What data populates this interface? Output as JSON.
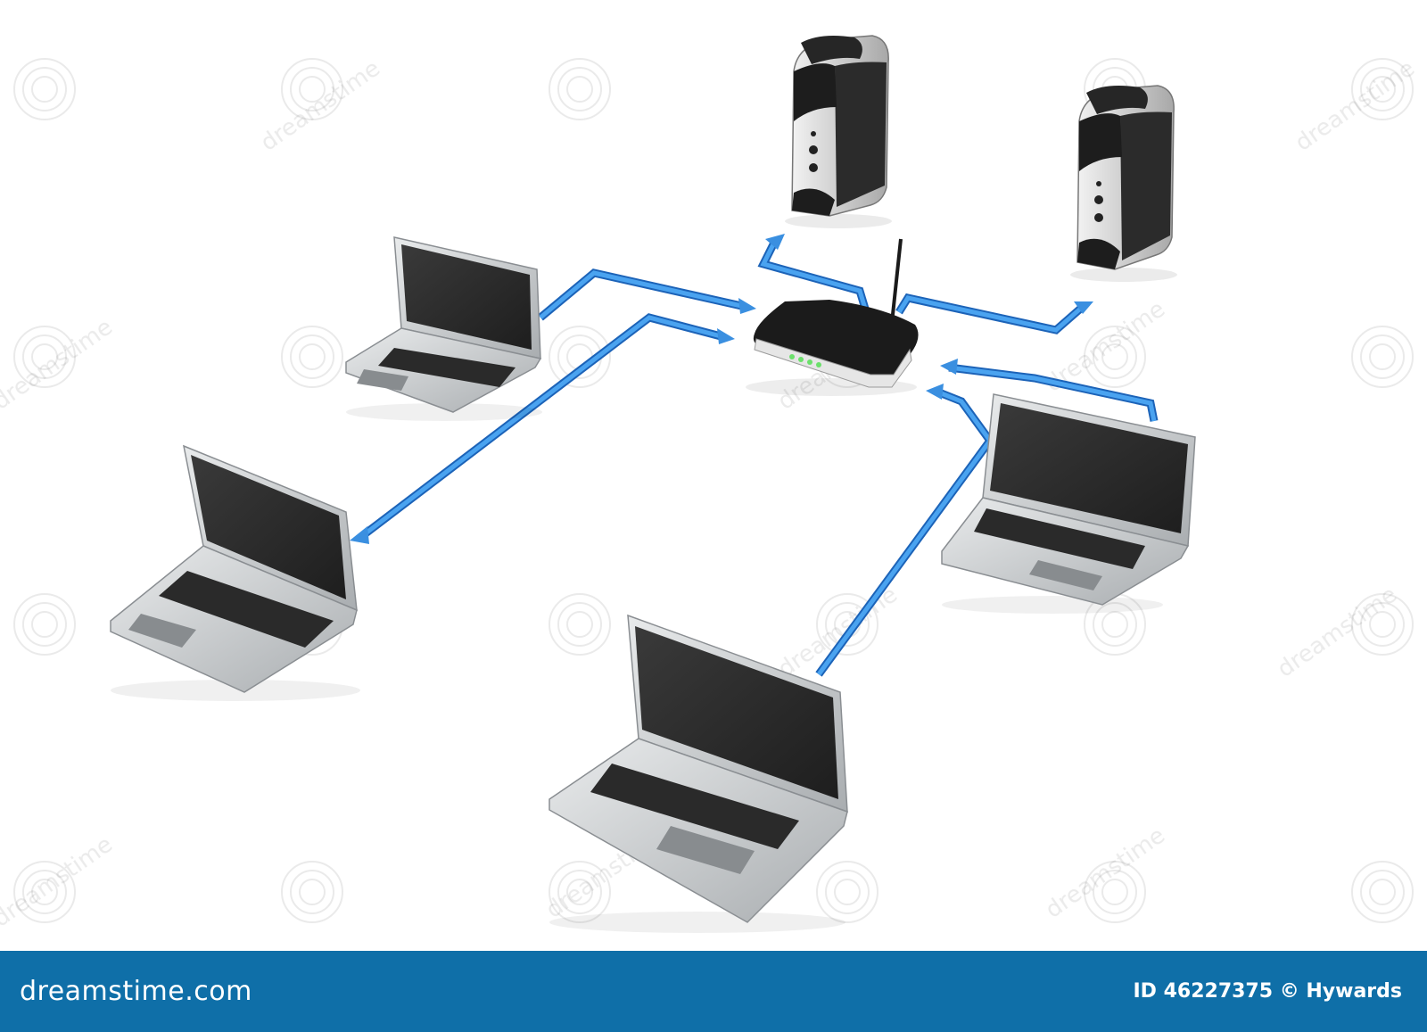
{
  "footer": {
    "brand": "dreamstime.com",
    "credit": "ID 46227375 © Hywards"
  },
  "watermark_text": "dreamstime",
  "colors": {
    "link": "#3a8fe0",
    "link_edge": "#1c63b8",
    "footer_bg": "#0f6fa8",
    "device_dark": "#2a2a2a",
    "device_light": "#cfd2d4",
    "router_led": "#6be06b"
  },
  "scene": {
    "devices": [
      {
        "kind": "server",
        "icon": "server-tower-icon"
      },
      {
        "kind": "server",
        "icon": "server-tower-icon"
      },
      {
        "kind": "router",
        "icon": "wireless-router-icon"
      },
      {
        "kind": "laptop",
        "icon": "laptop-icon"
      },
      {
        "kind": "laptop",
        "icon": "laptop-icon"
      },
      {
        "kind": "laptop",
        "icon": "laptop-icon"
      },
      {
        "kind": "laptop",
        "icon": "laptop-icon"
      }
    ]
  }
}
